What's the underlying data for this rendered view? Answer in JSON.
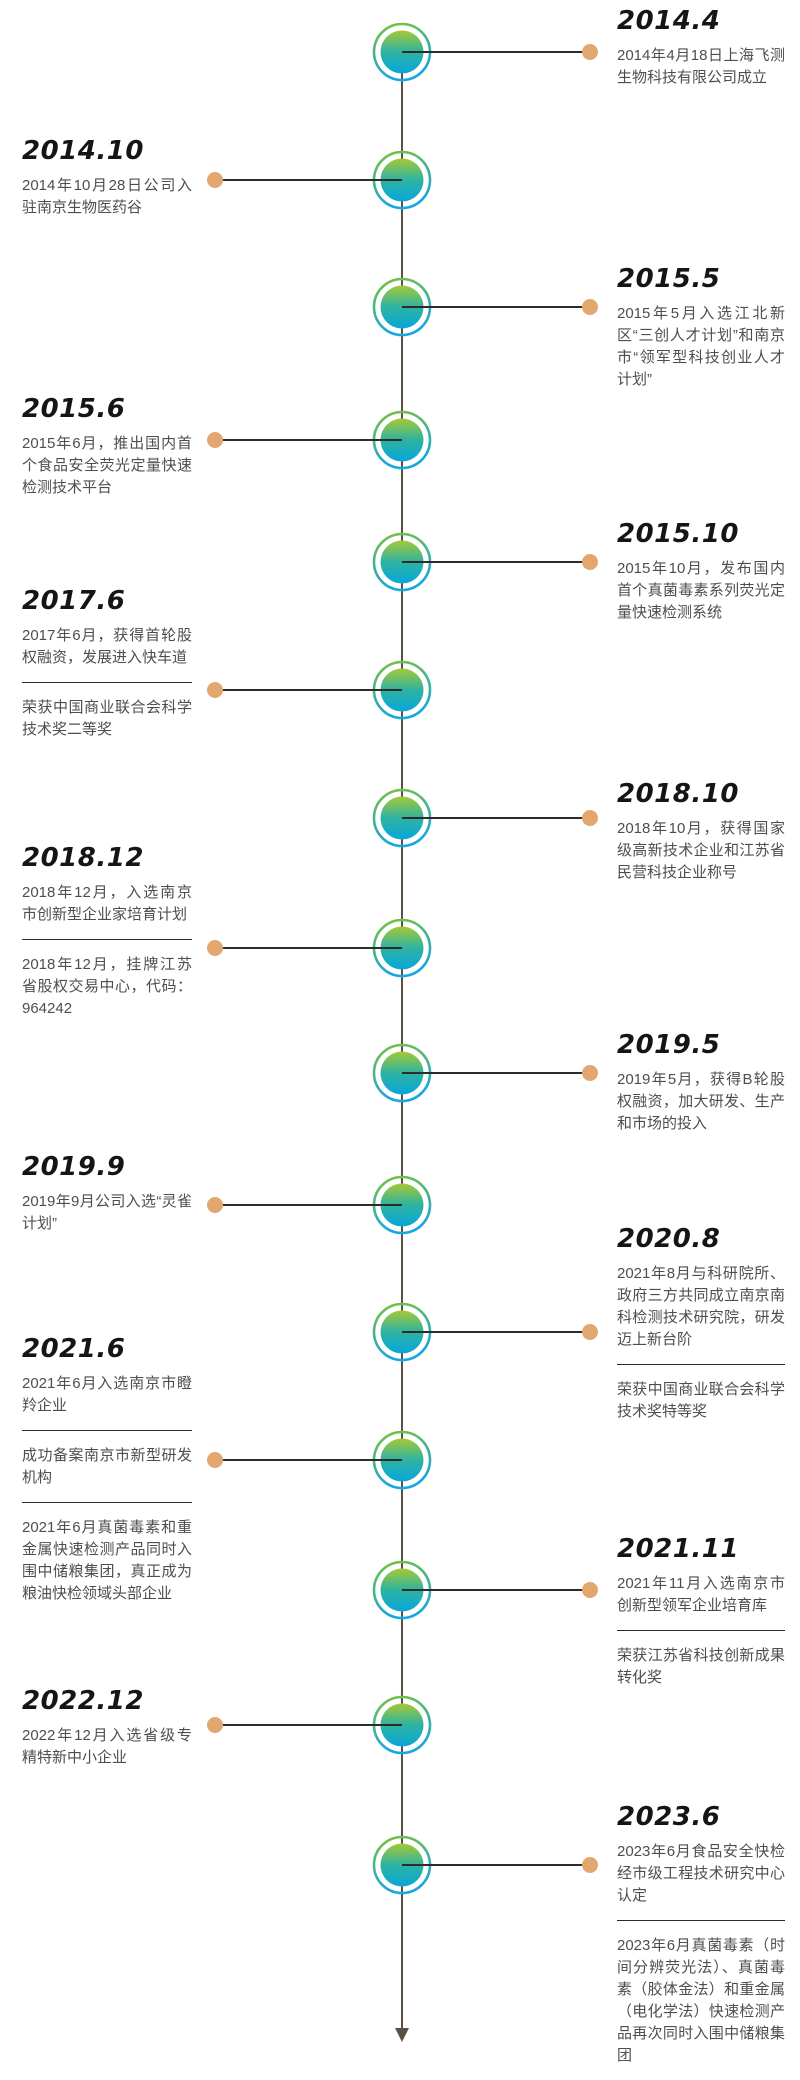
{
  "timeline": {
    "axis_color": "#5b5045",
    "connector_color": "#2e2b28",
    "dot_color": "#e2a76f",
    "node_ring_gradient": [
      "#79c13c",
      "#16a7e0"
    ],
    "node_core_gradient": [
      "#a4c934",
      "#2eb3a2",
      "#08a7da"
    ],
    "milestones": [
      {
        "date": "2014.4",
        "side": "right",
        "entries": [
          "2014年4月18日上海飞测生物科技有限公司成立"
        ]
      },
      {
        "date": "2014.10",
        "side": "left",
        "entries": [
          "2014年10月28日公司入驻南京生物医药谷"
        ]
      },
      {
        "date": "2015.5",
        "side": "right",
        "entries": [
          "2015年5月入选江北新区“三创人才计划”和南京市“领军型科技创业人才计划”"
        ]
      },
      {
        "date": "2015.6",
        "side": "left",
        "entries": [
          "2015年6月，推出国内首个食品安全荧光定量快速检测技术平台"
        ]
      },
      {
        "date": "2015.10",
        "side": "right",
        "entries": [
          "2015年10月，发布国内首个真菌毒素系列荧光定量快速检测系统"
        ]
      },
      {
        "date": "2017.6",
        "side": "left",
        "entries": [
          "2017年6月，获得首轮股权融资，发展进入快车道",
          "荣获中国商业联合会科学技术奖二等奖"
        ]
      },
      {
        "date": "2018.10",
        "side": "right",
        "entries": [
          "2018年10月，获得国家级高新技术企业和江苏省民营科技企业称号"
        ]
      },
      {
        "date": "2018.12",
        "side": "left",
        "entries": [
          "2018年12月，入选南京市创新型企业家培育计划",
          "2018年12月，挂牌江苏省股权交易中心，代码：964242"
        ]
      },
      {
        "date": "2019.5",
        "side": "right",
        "entries": [
          "2019年5月，获得B轮股权融资，加大研发、生产和市场的投入"
        ]
      },
      {
        "date": "2019.9",
        "side": "left",
        "entries": [
          "2019年9月公司入选“灵雀计划”"
        ]
      },
      {
        "date": "2020.8",
        "side": "right",
        "entries": [
          "2021年8月与科研院所、政府三方共同成立南京南科检测技术研究院，研发迈上新台阶",
          "荣获中国商业联合会科学技术奖特等奖"
        ]
      },
      {
        "date": "2021.6",
        "side": "left",
        "entries": [
          "2021年6月入选南京市瞪羚企业",
          "成功备案南京市新型研发机构",
          "2021年6月真菌毒素和重金属快速检测产品同时入围中储粮集团，真正成为粮油快检领域头部企业"
        ]
      },
      {
        "date": "2021.11",
        "side": "right",
        "entries": [
          "2021年11月入选南京市创新型领军企业培育库",
          "荣获江苏省科技创新成果转化奖"
        ]
      },
      {
        "date": "2022.12",
        "side": "left",
        "entries": [
          "2022年12月入选省级专精特新中小企业"
        ]
      },
      {
        "date": "2023.6",
        "side": "right",
        "entries": [
          "2023年6月食品安全快检经市级工程技术研究中心认定",
          "2023年6月真菌毒素（时间分辨荧光法）、真菌毒素（胶体金法）和重金属（电化学法）快速检测产品再次同时入围中储粮集团"
        ]
      }
    ]
  }
}
